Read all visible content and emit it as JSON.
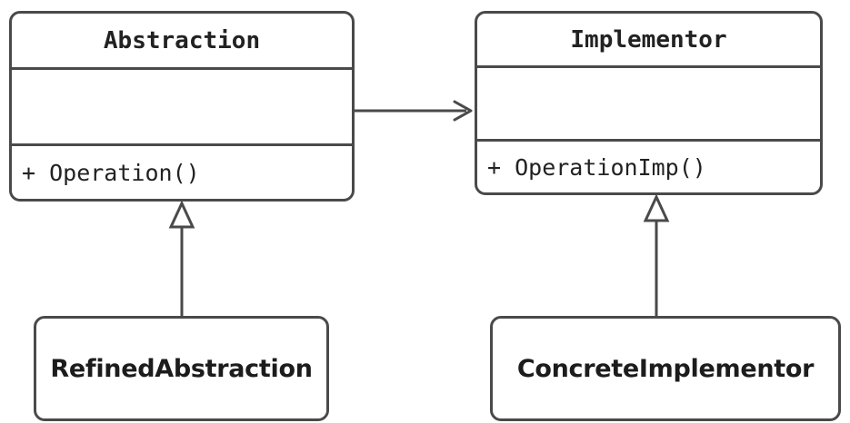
{
  "diagram": {
    "title": "Bridge pattern UML class diagram",
    "type": "uml-class-diagram",
    "stroke_color": "#4a4a4a",
    "text_color": "#222222",
    "background_color": "#ffffff"
  },
  "classes": {
    "abstraction": {
      "name": "Abstraction",
      "attributes": "",
      "operations": "+ Operation()"
    },
    "implementor": {
      "name": "Implementor",
      "attributes": "",
      "operations": "+ OperationImp()"
    },
    "refined_abstraction": {
      "name": "RefinedAbstraction"
    },
    "concrete_implementor": {
      "name": "ConcreteImplementor"
    }
  },
  "relationships": [
    {
      "id": "abstraction-uses-implementor",
      "from": "Abstraction",
      "to": "Implementor",
      "kind": "association",
      "arrowhead": "open-arrow",
      "label": ""
    },
    {
      "id": "refinedabstraction-inherits-abstraction",
      "from": "RefinedAbstraction",
      "to": "Abstraction",
      "kind": "generalization",
      "arrowhead": "hollow-triangle",
      "label": ""
    },
    {
      "id": "concreteimplementor-inherits-implementor",
      "from": "ConcreteImplementor",
      "to": "Implementor",
      "kind": "generalization",
      "arrowhead": "hollow-triangle",
      "label": ""
    }
  ]
}
